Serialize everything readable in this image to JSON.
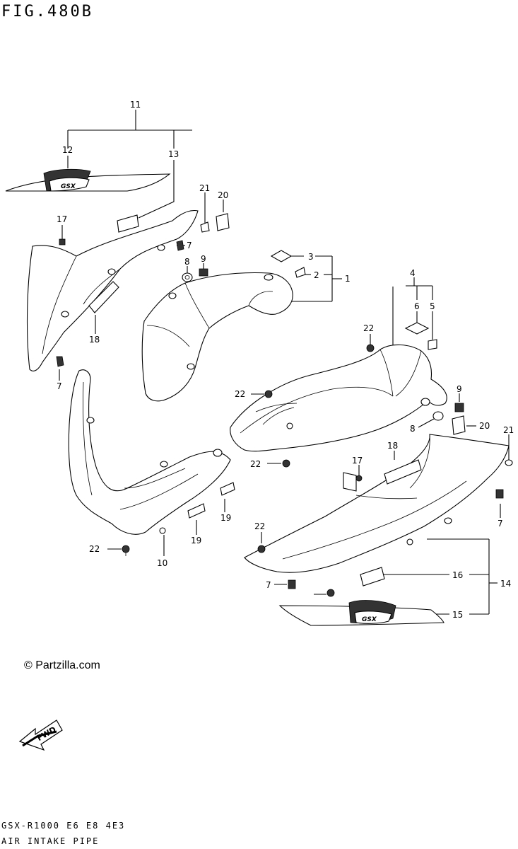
{
  "header": {
    "figure_title": "FIG.480B"
  },
  "footer": {
    "copyright": "© Partzilla.com",
    "model_code": "GSX-R1000 E6 E8 4E3",
    "diagram_name": "AIR INTAKE PIPE"
  },
  "fwd_arrow": {
    "text": "FWD"
  },
  "callouts": {
    "c1": "1",
    "c2": "2",
    "c3": "3",
    "c4": "4",
    "c5": "5",
    "c6": "6",
    "c7a": "7",
    "c7b": "7",
    "c7c": "7",
    "c7d": "7",
    "c8a": "8",
    "c8b": "8",
    "c9a": "9",
    "c9b": "9",
    "c10": "10",
    "c11": "11",
    "c12": "12",
    "c13": "13",
    "c14": "14",
    "c15": "15",
    "c16": "16",
    "c17a": "17",
    "c17b": "17",
    "c18a": "18",
    "c18b": "18",
    "c19a": "19",
    "c19b": "19",
    "c20a": "20",
    "c20b": "20",
    "c21a": "21",
    "c21b": "21",
    "c22a": "22",
    "c22b": "22",
    "c22c": "22",
    "c22d": "22",
    "c22e": "22"
  }
}
